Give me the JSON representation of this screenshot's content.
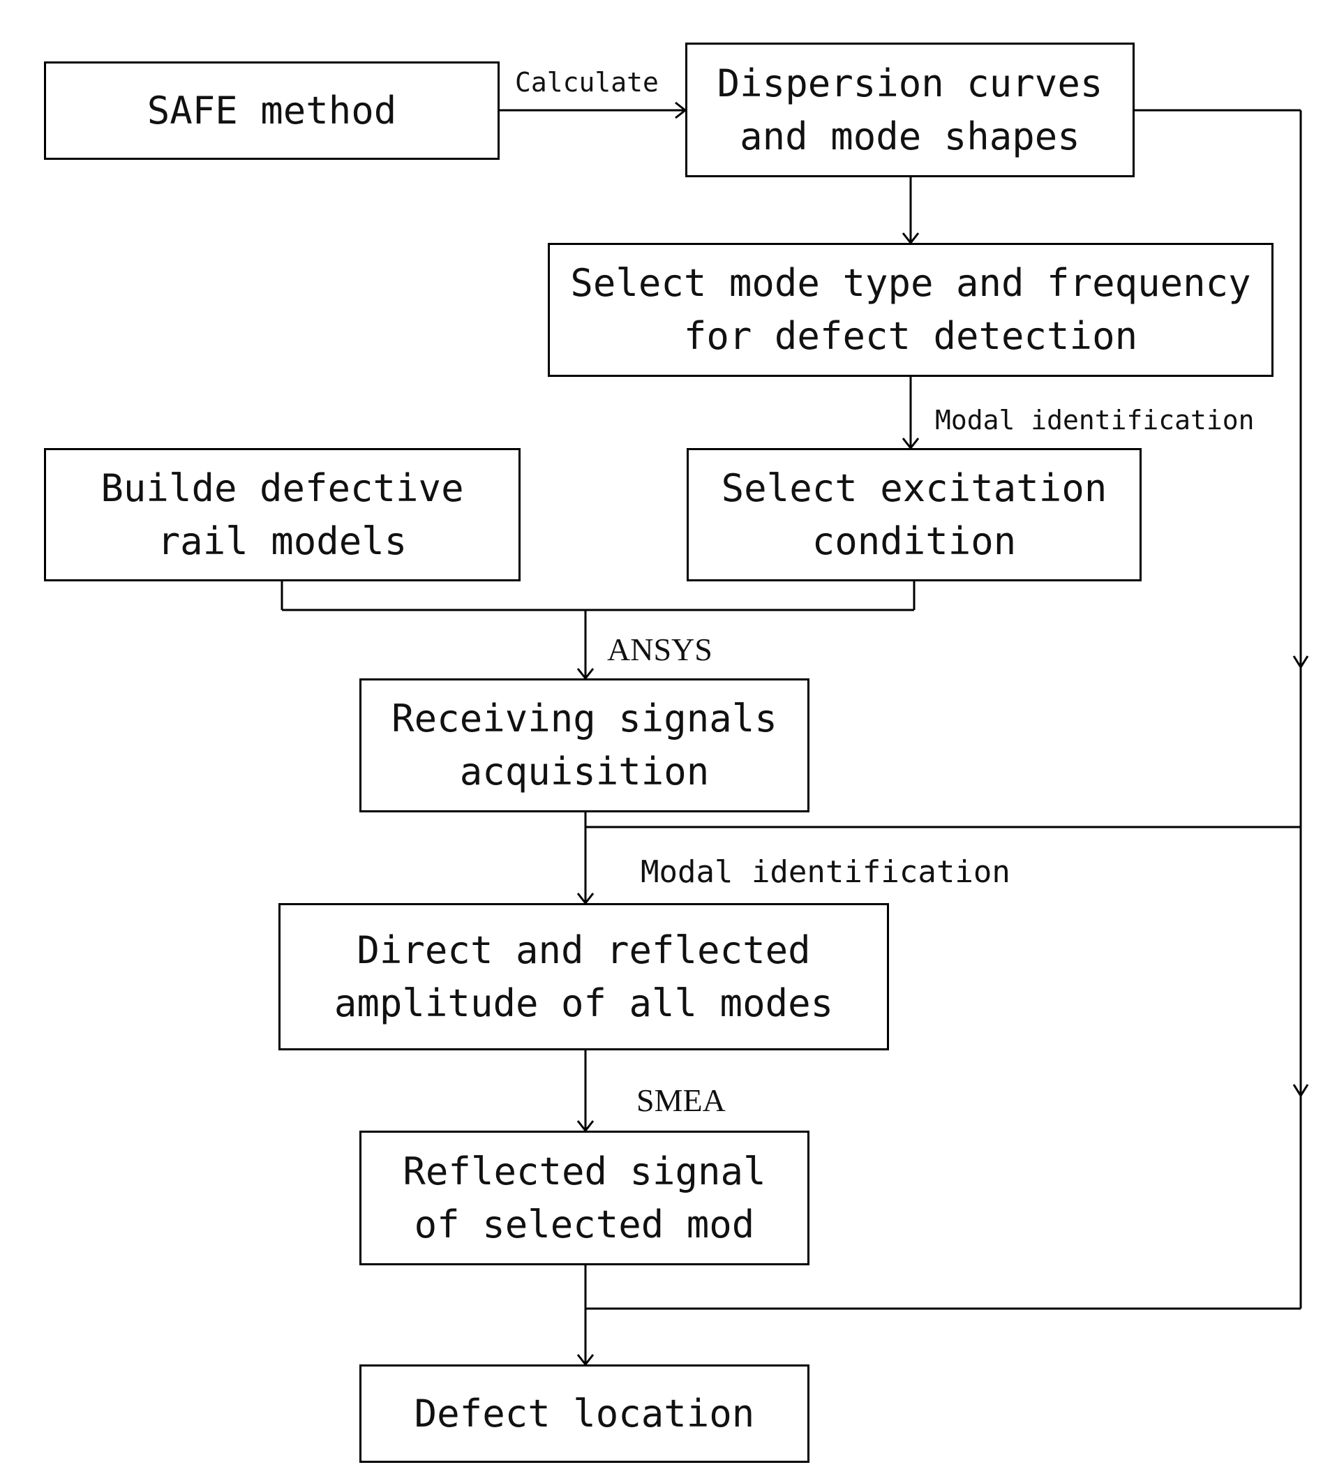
{
  "nodes": {
    "safe_method": "SAFE method",
    "dispersion": "Dispersion curves\nand mode shapes",
    "select_mode": "Select mode type and frequency\nfor defect detection",
    "build_models": "Builde defective\nrail models",
    "select_excitation": "Select excitation\ncondition",
    "receiving": "Receiving signals\nacquisition",
    "direct_reflected": "Direct and reflected\namplitude of all modes",
    "reflected_signal": "Reflected signal\nof selected mod",
    "defect_location": "Defect location"
  },
  "edge_labels": {
    "calculate": "Calculate",
    "modal_identification_1": "Modal identification",
    "ansys": "ANSYS",
    "modal_identification_2": "Modal identification",
    "smea": "SMEA"
  },
  "colors": {
    "line": "#000000",
    "background": "#ffffff"
  }
}
